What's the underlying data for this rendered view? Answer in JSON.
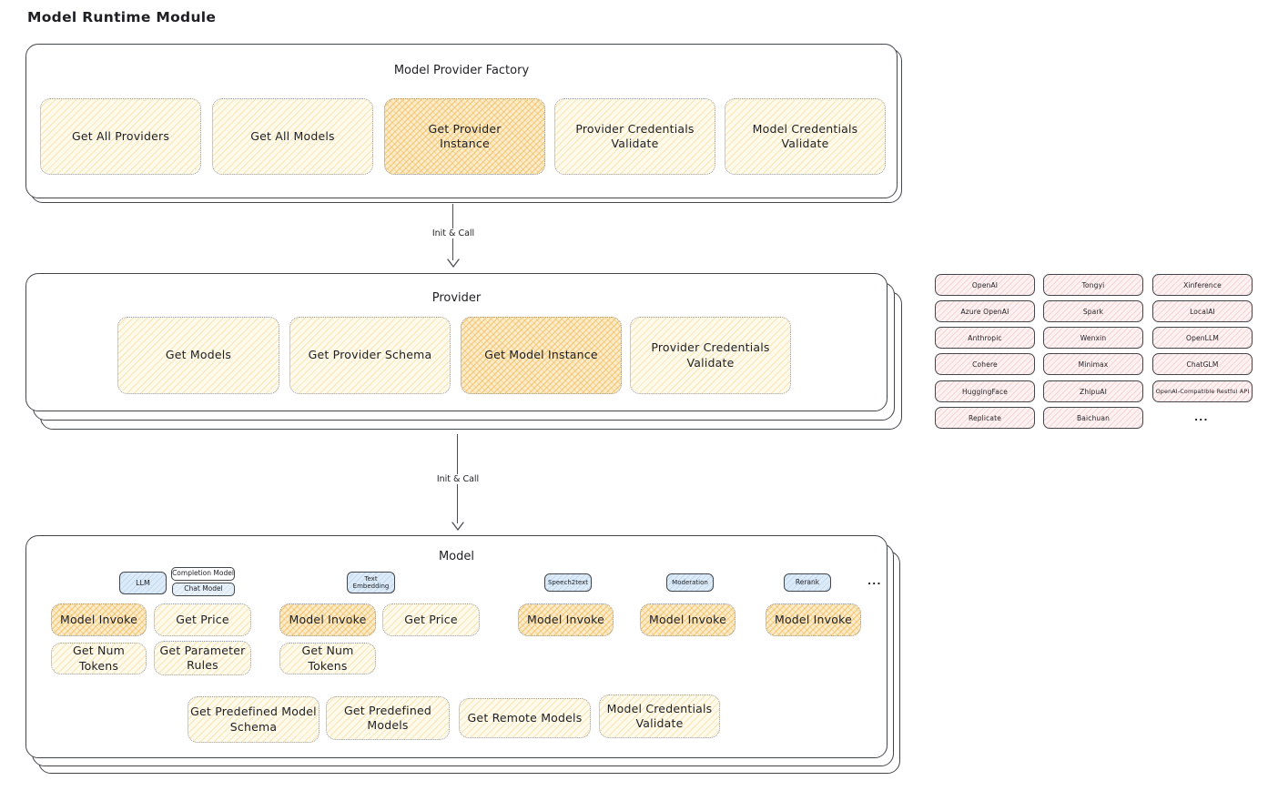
{
  "title": "Model Runtime Module",
  "arrows": {
    "factory_to_provider": "Init & Call",
    "provider_to_model": "Init & Call"
  },
  "factory": {
    "title": "Model Provider Factory",
    "buttons": [
      "Get All Providers",
      "Get All Models",
      "Get Provider\nInstance",
      "Provider Credentials\nValidate",
      "Model Credentials\nValidate"
    ]
  },
  "provider": {
    "title": "Provider",
    "buttons": [
      "Get Models",
      "Get Provider Schema",
      "Get Model Instance",
      "Provider Credentials\nValidate"
    ]
  },
  "providers_grid": {
    "col1": [
      "OpenAI",
      "Azure OpenAI",
      "Anthropic",
      "Cohere",
      "HuggingFace",
      "Replicate"
    ],
    "col2": [
      "Tongyi",
      "Spark",
      "Wenxin",
      "Minimax",
      "ZhipuAI",
      "Baichuan"
    ],
    "col3": [
      "Xinference",
      "LocalAI",
      "OpenLLM",
      "ChatGLM",
      "OpenAI-Compatible Restful API"
    ],
    "more": "..."
  },
  "model": {
    "title": "Model",
    "more": "...",
    "groups": {
      "llm": {
        "tag": "LLM",
        "subtags": [
          "Completion Model",
          "Chat Model"
        ],
        "ops": [
          "Model Invoke",
          "Get Price",
          "Get Num Tokens",
          "Get Parameter\nRules"
        ]
      },
      "text_embedding": {
        "tag": "Text\nEmbedding",
        "ops": [
          "Model Invoke",
          "Get Price",
          "Get Num Tokens"
        ]
      },
      "speech2text": {
        "tag": "Speech2text",
        "ops": [
          "Model Invoke"
        ]
      },
      "moderation": {
        "tag": "Moderation",
        "ops": [
          "Model Invoke"
        ]
      },
      "rerank": {
        "tag": "Rerank",
        "ops": [
          "Model Invoke"
        ]
      }
    },
    "bottom": [
      "Get Predefined Model\nSchema",
      "Get Predefined\nModels",
      "Get Remote Models",
      "Model Credentials\nValidate"
    ]
  },
  "colors": {
    "ink": "#43464b",
    "yellow_fill": "#fefaec",
    "orange_fill": "#fbeccb",
    "pink_fill": "#fdf1f1",
    "blue_fill": "#ddeaf7"
  }
}
